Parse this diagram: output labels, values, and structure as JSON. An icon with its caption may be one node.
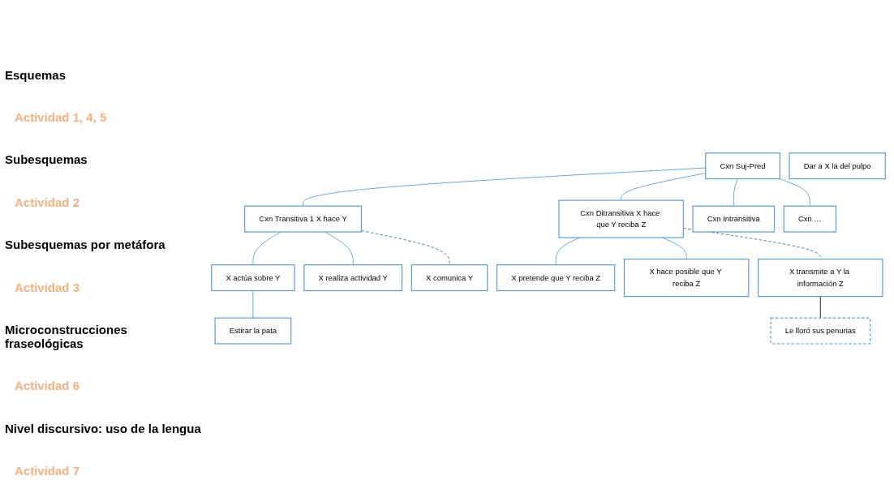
{
  "diagram": {
    "nodes": [
      {
        "text": [
          "Cxn Suj-Pred"
        ]
      },
      {
        "text": [
          "Cxn Transitiva 1 X hace Y"
        ]
      },
      {
        "text": [
          "Cxn Ditransitiva X hace que Y reciba Z"
        ]
      },
      {
        "text": [
          "Cxn Intransitiva"
        ]
      },
      {
        "text": [
          "Cxn …"
        ]
      },
      {
        "text": [
          "X actúa sobre Y"
        ]
      },
      {
        "text": [
          "X realiza actividad Y"
        ]
      },
      {
        "text": [
          "X pretende que Y reciba Z"
        ]
      },
      {
        "text": [
          "X hace posible que Y reciba Z"
        ]
      },
      {
        "text": [
          "X comunica Y"
        ]
      },
      {
        "text": [
          "X transmite a Y la información Z"
        ]
      },
      {
        "text": [
          "Estirar la pata"
        ]
      },
      {
        "text": [
          "Dar a X la del pulpo"
        ]
      },
      {
        "text": [
          "Le lloró sus penurias"
        ]
      }
    ],
    "edges": [
      {
        "from": 0,
        "to": 1,
        "arrow": "none"
      },
      {
        "from": 0,
        "to": 2,
        "arrow": "none"
      },
      {
        "from": 0,
        "to": 3,
        "arrow": "none"
      },
      {
        "from": 0,
        "to": 4,
        "arrow": "none"
      },
      {
        "from": 1,
        "to": 5,
        "arrow": "none"
      },
      {
        "from": 1,
        "to": 6,
        "arrow": "none"
      },
      {
        "from": 1,
        "to": 9,
        "arrow": "none",
        "style": "dashed",
        "color": "#41719c"
      },
      {
        "from": 2,
        "to": 7,
        "arrow": "none"
      },
      {
        "from": 2,
        "to": 8,
        "arrow": "none"
      },
      {
        "from": 2,
        "to": 10,
        "arrow": "none",
        "style": "dashed",
        "color": "#41719c"
      },
      {
        "from": 5,
        "to": 11,
        "arrow": "none"
      },
      {
        "from": 10,
        "to": 13,
        "arrow": "none",
        "color": "#000000"
      }
    ],
    "labels": [
      "Esquemas",
      "Actividad 1, 4, 5",
      "Subesquemas",
      "Actividad 2",
      "Subesquemas por metáfora",
      "Actividad 3",
      "Microconstrucciones fraseológicas",
      "Actividad 6",
      "Nivel discursivo: uso de la lengua",
      "Actividad 7"
    ]
  }
}
